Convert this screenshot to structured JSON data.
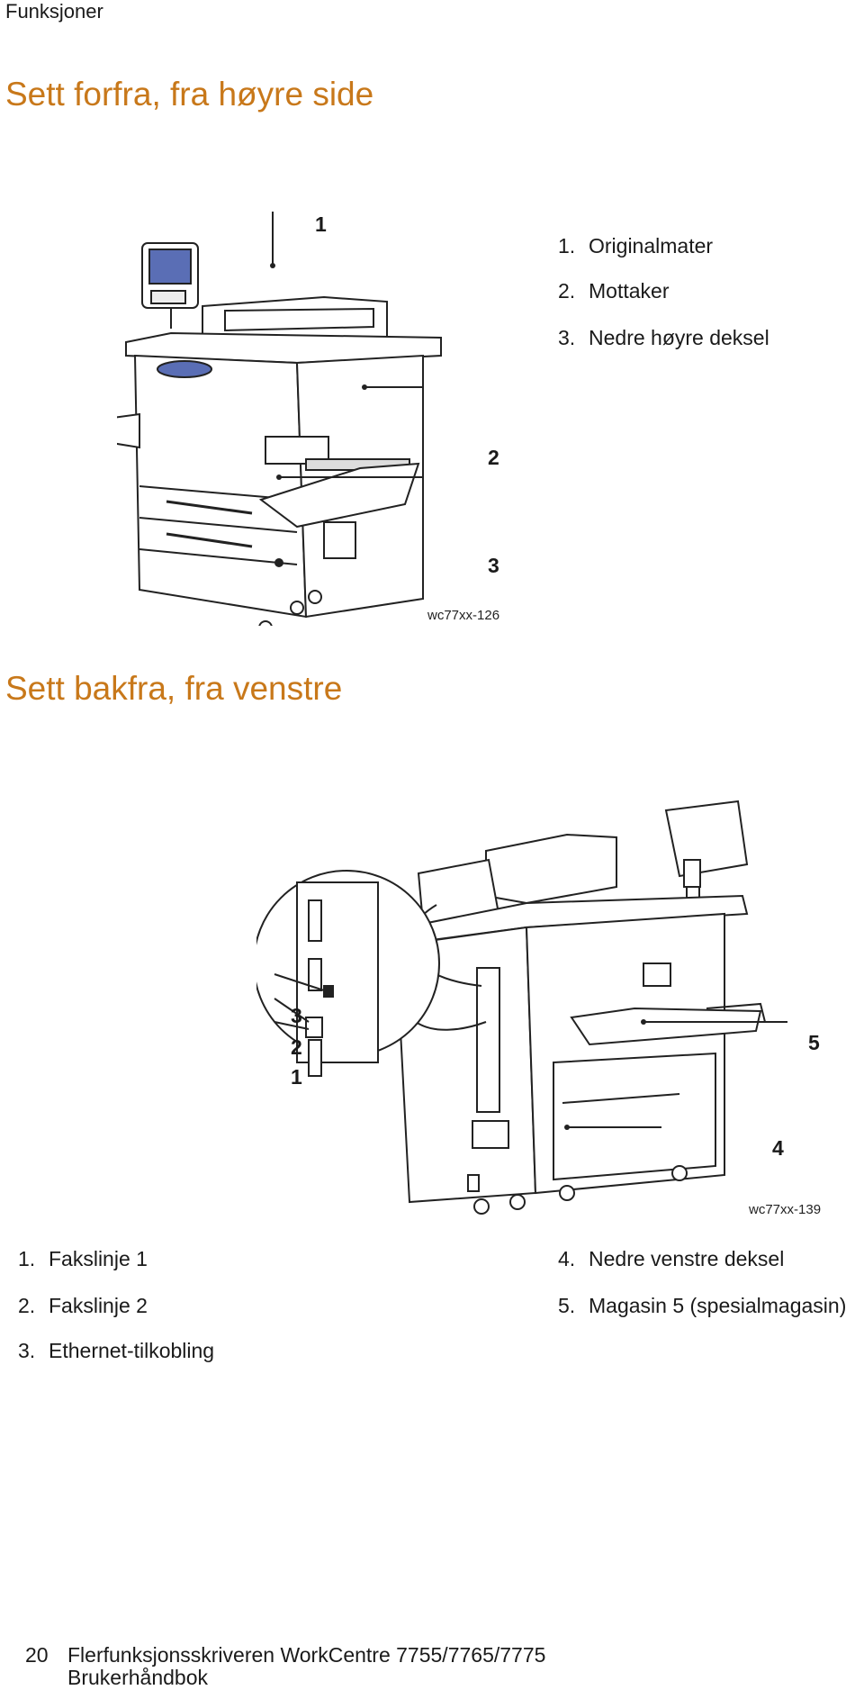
{
  "header": {
    "section": "Funksjoner"
  },
  "front_view": {
    "title": "Sett forfra, fra høyre side",
    "legend": [
      {
        "num": "1.",
        "label": "Originalmater"
      },
      {
        "num": "2.",
        "label": "Mottaker"
      },
      {
        "num": "3.",
        "label": "Nedre høyre deksel"
      }
    ],
    "callouts": [
      "1",
      "2",
      "3"
    ],
    "figure_code": "wc77xx-126"
  },
  "rear_view": {
    "title": "Sett bakfra, fra venstre",
    "legend_left": [
      {
        "num": "1.",
        "label": "Fakslinje 1"
      },
      {
        "num": "2.",
        "label": "Fakslinje 2"
      },
      {
        "num": "3.",
        "label": "Ethernet-tilkobling"
      }
    ],
    "legend_right": [
      {
        "num": "4.",
        "label": "Nedre venstre deksel"
      },
      {
        "num": "5.",
        "label": "Magasin 5 (spesialmagasin)"
      }
    ],
    "callouts": [
      "1",
      "2",
      "3",
      "4",
      "5"
    ],
    "figure_code": "wc77xx-139"
  },
  "footer": {
    "page_number": "20",
    "title": "Flerfunksjonsskriveren WorkCentre 7755/7765/7775",
    "subtitle": "Brukerhåndbok"
  }
}
